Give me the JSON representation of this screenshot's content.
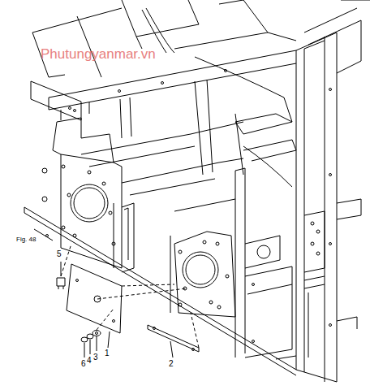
{
  "diagram": {
    "labels": [
      "Phutungyanmar.vn",
      "Fig. 48",
      "5",
      "1",
      "2",
      "6",
      "4",
      "3"
    ]
  }
}
